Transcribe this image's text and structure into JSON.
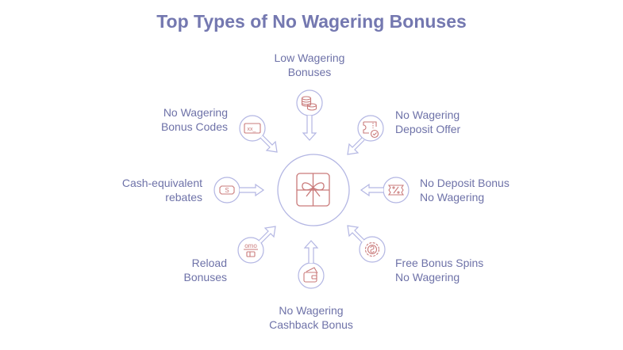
{
  "title": "Top Types of No Wagering Bonuses",
  "colors": {
    "title": "#7478b0",
    "text": "#6e72a8",
    "outline": "#b3b6e3",
    "icon": "#c97a7a"
  },
  "center": {
    "icon": "gift-icon"
  },
  "items": [
    {
      "label": "Low Wagering\nBonuses",
      "icon": "coin-stack-icon",
      "position": "top"
    },
    {
      "label": "No Wagering\nDeposit Offer",
      "icon": "ticket-check-icon",
      "position": "top-right"
    },
    {
      "label": "No Deposit Bonus\nNo Wagering",
      "icon": "percent-ticket-icon",
      "position": "right"
    },
    {
      "label": "Free Bonus Spins\nNo Wagering",
      "icon": "casino-chip-icon",
      "position": "bottom-right"
    },
    {
      "label": "No Wagering\nCashback Bonus",
      "icon": "wallet-cash-icon",
      "position": "bottom"
    },
    {
      "label": "Reload\nBonuses",
      "icon": "reload-card-icon",
      "position": "bottom-left"
    },
    {
      "label": "Cash-equivalent\nrebates",
      "icon": "dollar-bill-icon",
      "position": "left"
    },
    {
      "label": "No Wagering\nBonus Codes",
      "icon": "code-card-icon",
      "position": "top-left"
    }
  ]
}
